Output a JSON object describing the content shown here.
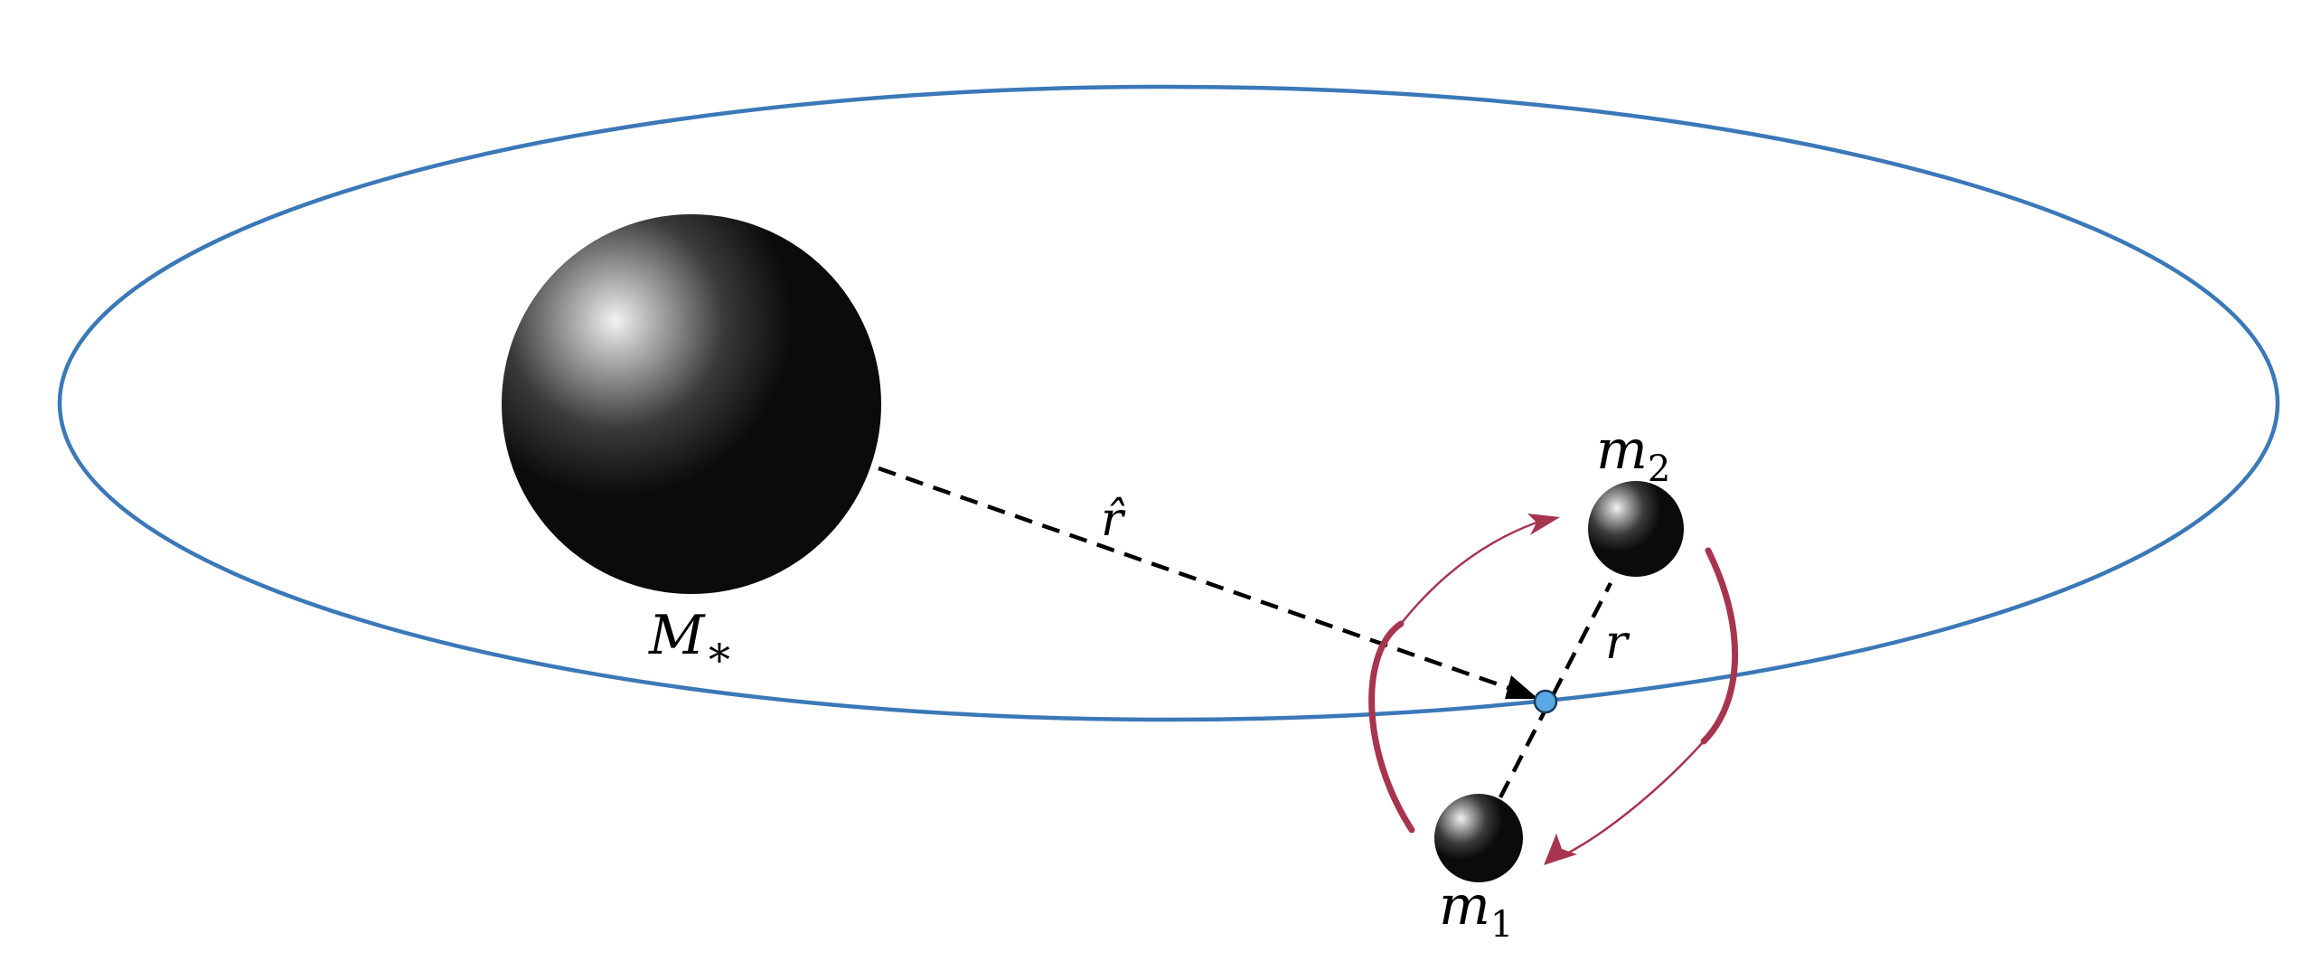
{
  "labels": {
    "central_mass": {
      "symbol": "M",
      "subscript": "∗"
    },
    "mass_1": {
      "symbol": "m",
      "subscript": "1"
    },
    "mass_2": {
      "symbol": "m",
      "subscript": "2"
    },
    "unit_vector": "r̂",
    "separation": "r"
  },
  "colors": {
    "orbit": "#3b78b8",
    "rotation_arrows": "#a83550",
    "center_of_mass_point": "#5aa9e6",
    "dashed_lines": "#000000",
    "bodies": "#0b0b0b"
  }
}
